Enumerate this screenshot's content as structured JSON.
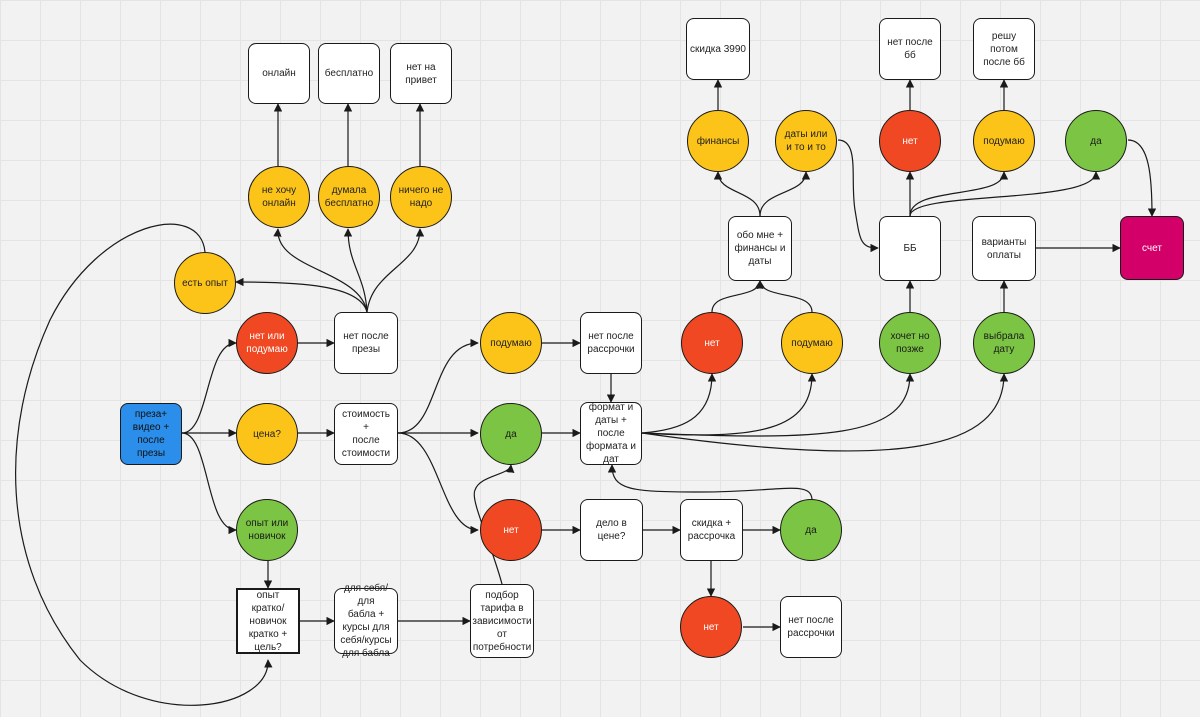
{
  "colors": {
    "yellow": "#fcc419",
    "red": "#f04822",
    "green": "#7cc443",
    "blue": "#2a8eea",
    "magenta": "#d4006a",
    "box": "#ffffff"
  },
  "nodes": {
    "start": "преза+\nвидео +\nпосле презы",
    "no_or_think": "нет или\nподумаю",
    "price_q": "цена?",
    "exp_or_newbie": "опыт или\nновичок",
    "has_exp": "есть опыт",
    "after_prez": "нет после\nпрезы",
    "cost_after_cost": "стоимость +\nпосле\nстоимости",
    "exp_short": "опыт кратко/\nновичок\nкратко +\nцель?",
    "self_or_money": "для себя/для\nбабла +\nкурсы для\nсебя/курсы\nдля бабла",
    "tariff": "подбор\nтарифа в\nзависимости\nот\nпотребности",
    "dont_want_online": "не хочу\nонлайн",
    "thought_free": "думала\nбесплатно",
    "nothing_needed": "ничего не\nнадо",
    "online": "онлайн",
    "free": "бесплатно",
    "no_hello": "нет на\nпривет",
    "think1": "подумаю",
    "after_installment": "нет после\nрассрочки",
    "yes1": "да",
    "format_dates": "формат и\nдаты + после\nформата и\nдат",
    "no1": "нет",
    "price_matter": "дело в цене?",
    "discount_installment": "скидка +\nрассрочка",
    "yes2": "да",
    "no2": "нет",
    "after_installment2": "нет после\nрассрочки",
    "no3": "нет",
    "think2": "подумаю",
    "about_me": "обо мне +\nфинансы и\nдаты",
    "finances": "финансы",
    "dates_or": "даты или\nи то и то",
    "discount3990": "скидка 3990",
    "wants_later": "хочет но\nпозже",
    "chose_date": "выбрала\nдату",
    "bb": "ББ",
    "payment_options": "варианты\nоплаты",
    "no4": "нет",
    "think3": "подумаю",
    "yes3": "да",
    "after_bb": "нет после бб",
    "decide_later": "решу потом\nпосле бб",
    "invoice": "счет"
  }
}
